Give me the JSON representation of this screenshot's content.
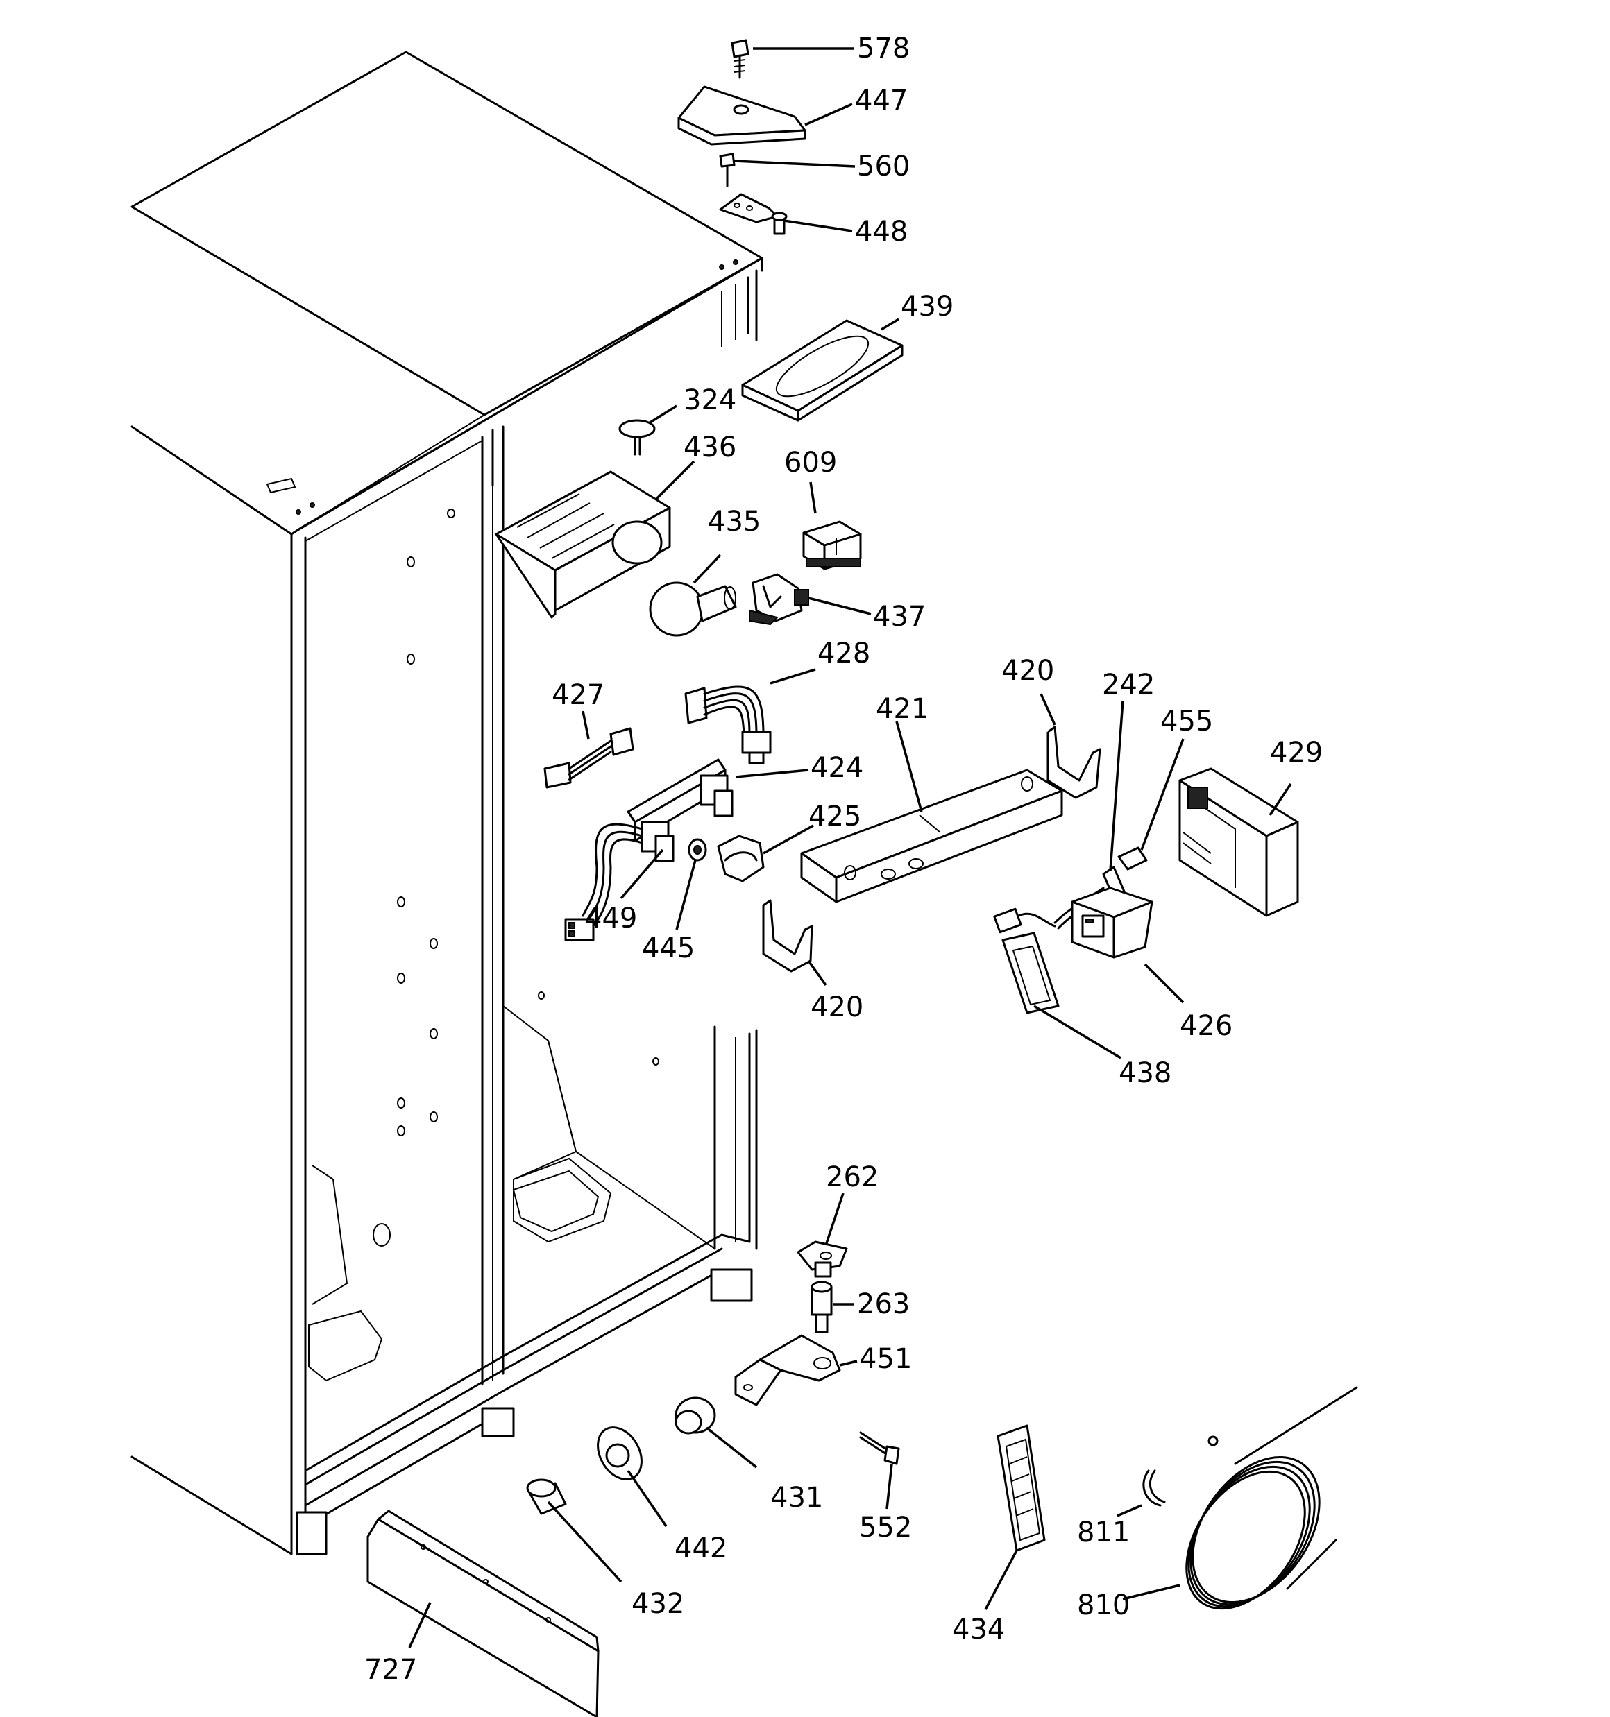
{
  "parts": [
    {
      "id": "p578",
      "number": "578"
    },
    {
      "id": "p447",
      "number": "447"
    },
    {
      "id": "p560",
      "number": "560"
    },
    {
      "id": "p448",
      "number": "448"
    },
    {
      "id": "p439",
      "number": "439"
    },
    {
      "id": "p324",
      "number": "324"
    },
    {
      "id": "p436",
      "number": "436"
    },
    {
      "id": "p609",
      "number": "609"
    },
    {
      "id": "p435",
      "number": "435"
    },
    {
      "id": "p437",
      "number": "437"
    },
    {
      "id": "p428",
      "number": "428"
    },
    {
      "id": "p427",
      "number": "427"
    },
    {
      "id": "p424",
      "number": "424"
    },
    {
      "id": "p425",
      "number": "425"
    },
    {
      "id": "p449",
      "number": "449"
    },
    {
      "id": "p445",
      "number": "445"
    },
    {
      "id": "p420a",
      "number": "420"
    },
    {
      "id": "p420b",
      "number": "420"
    },
    {
      "id": "p421",
      "number": "421"
    },
    {
      "id": "p242",
      "number": "242"
    },
    {
      "id": "p455",
      "number": "455"
    },
    {
      "id": "p429",
      "number": "429"
    },
    {
      "id": "p426",
      "number": "426"
    },
    {
      "id": "p438",
      "number": "438"
    },
    {
      "id": "p262",
      "number": "262"
    },
    {
      "id": "p263",
      "number": "263"
    },
    {
      "id": "p451",
      "number": "451"
    },
    {
      "id": "p431",
      "number": "431"
    },
    {
      "id": "p442",
      "number": "442"
    },
    {
      "id": "p432",
      "number": "432"
    },
    {
      "id": "p552",
      "number": "552"
    },
    {
      "id": "p434",
      "number": "434"
    },
    {
      "id": "p811",
      "number": "811"
    },
    {
      "id": "p810",
      "number": "810"
    },
    {
      "id": "p727",
      "number": "727"
    }
  ]
}
